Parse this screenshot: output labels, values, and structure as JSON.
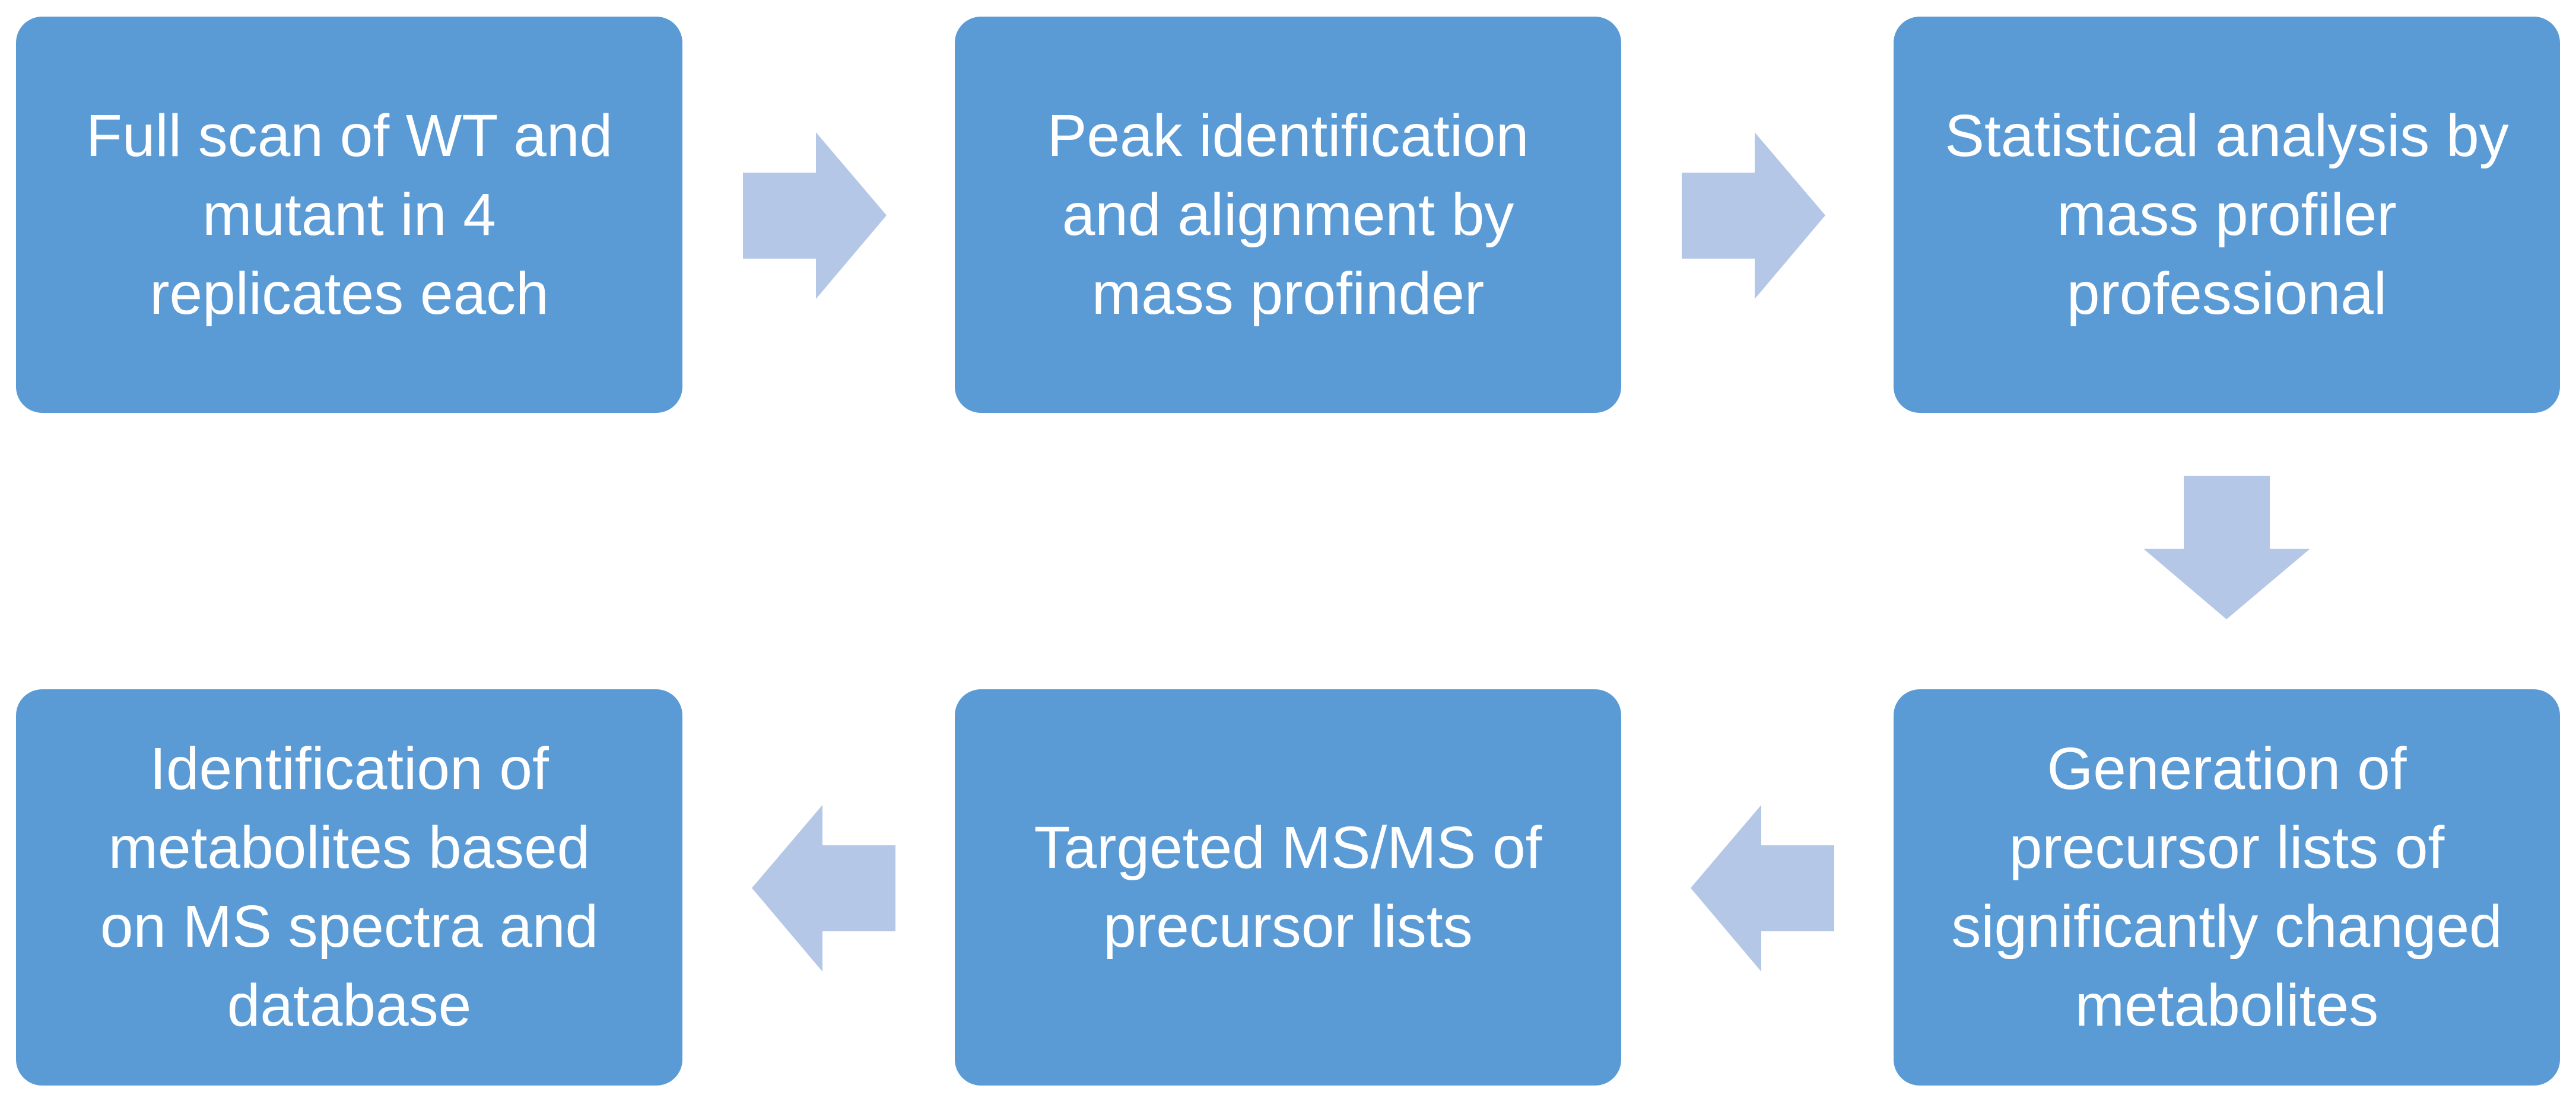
{
  "diagram": {
    "steps": [
      {
        "label": "Full scan of WT and\nmutant in 4\nreplicates each"
      },
      {
        "label": "Peak identification\nand alignment by\nmass profinder"
      },
      {
        "label": "Statistical analysis by\nmass profiler\nprofessional"
      },
      {
        "label": "Generation of\nprecursor lists of\nsignificantly changed\nmetabolites"
      },
      {
        "label": "Targeted MS/MS of\nprecursor lists"
      },
      {
        "label": "Identification of\nmetabolites based\non MS spectra and\ndatabase"
      }
    ],
    "colors": {
      "box_fill": "#5b9bd5",
      "box_text": "#ffffff",
      "arrow_fill": "#b4c7e7",
      "background": "#ffffff"
    }
  }
}
